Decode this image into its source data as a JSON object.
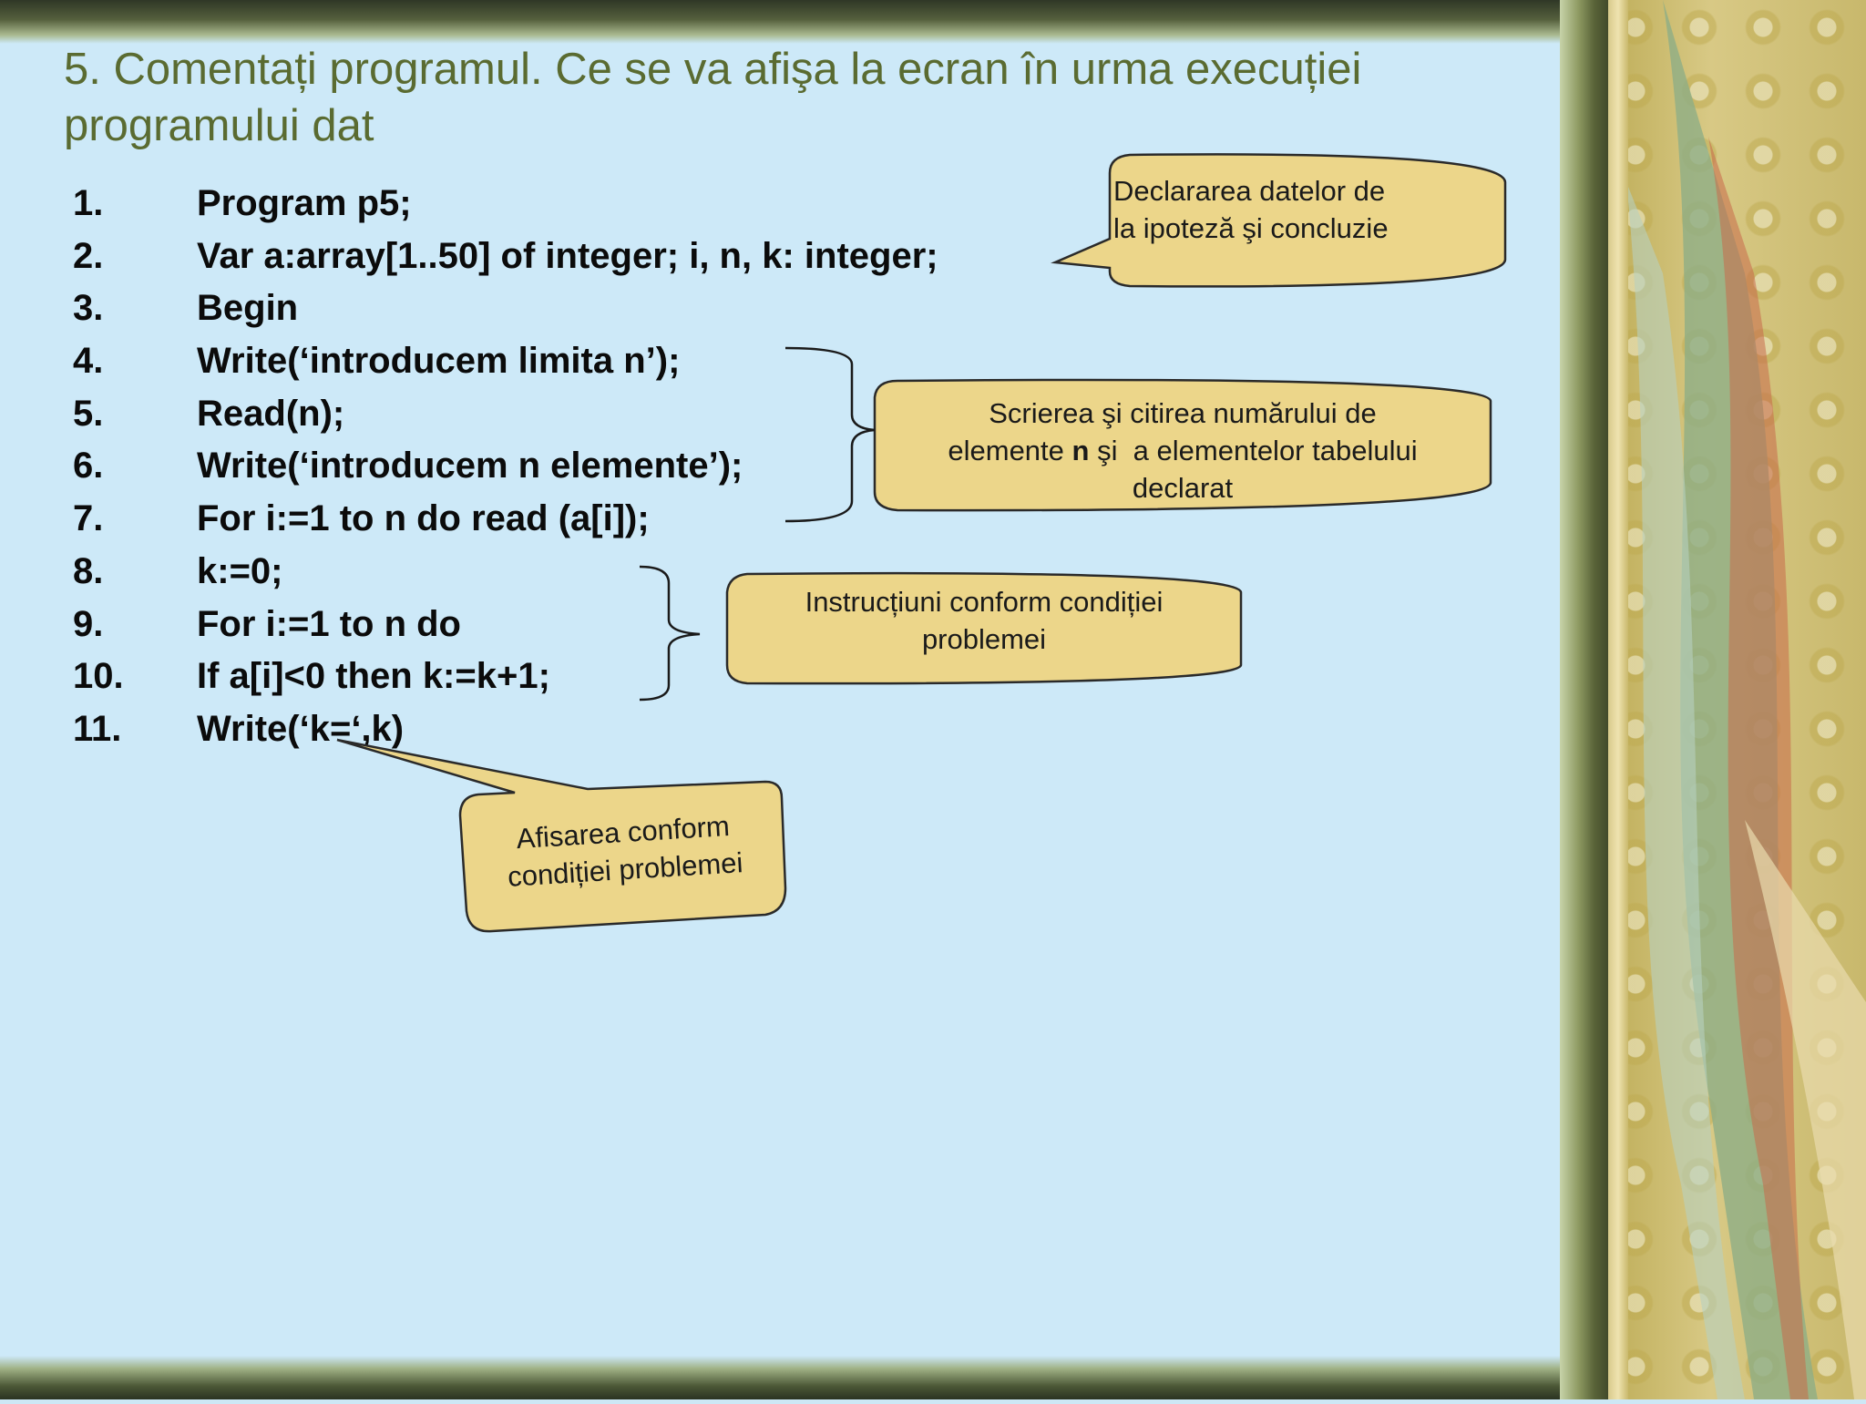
{
  "slide": {
    "title_line1": "5. Comentați programul. Ce se va afişa la ecran în urma execuției",
    "title_line2": "programului dat"
  },
  "code_lines": [
    {
      "num": "1.",
      "text": "Program p5;"
    },
    {
      "num": "2.",
      "text": "Var a:array[1..50] of integer; i, n, k: integer;"
    },
    {
      "num": "3.",
      "text": "Begin"
    },
    {
      "num": "4.",
      "text": "Write(‘introducem limita n’);"
    },
    {
      "num": "5.",
      "text": "Read(n);"
    },
    {
      "num": "6.",
      "text": "Write(‘introducem n elemente’);"
    },
    {
      "num": "7.",
      "text": "For i:=1 to n do read (a[i]);"
    },
    {
      "num": "8.",
      "text": "k:=0;"
    },
    {
      "num": "9.",
      "text": "For i:=1 to n do"
    },
    {
      "num": "10.",
      "text": "If a[i]<0 then k:=k+1;"
    },
    {
      "num": "11.",
      "text": "Write(‘k=‘,k)"
    }
  ],
  "callouts": {
    "declaration": {
      "line1": "Declararea datelor de",
      "line2": "la ipoteză şi concluzie"
    },
    "read_write": {
      "line1": "Scrierea şi citirea numărului de",
      "line2_pre": "elemente ",
      "line2_bold": "n",
      "line2_post": " şi  a elementelor tabelului",
      "line3": "declarat"
    },
    "instructions": {
      "line1": "Instrucțiuni conform condiției",
      "line2": "problemei"
    },
    "display": {
      "line1": "Afisarea conform",
      "line2": "condiției problemei"
    }
  },
  "colors": {
    "slide_background": "#cde9f8",
    "title_text": "#5a6b31",
    "callout_fill": "#ecd68a",
    "callout_stroke": "#2a2a2a"
  }
}
